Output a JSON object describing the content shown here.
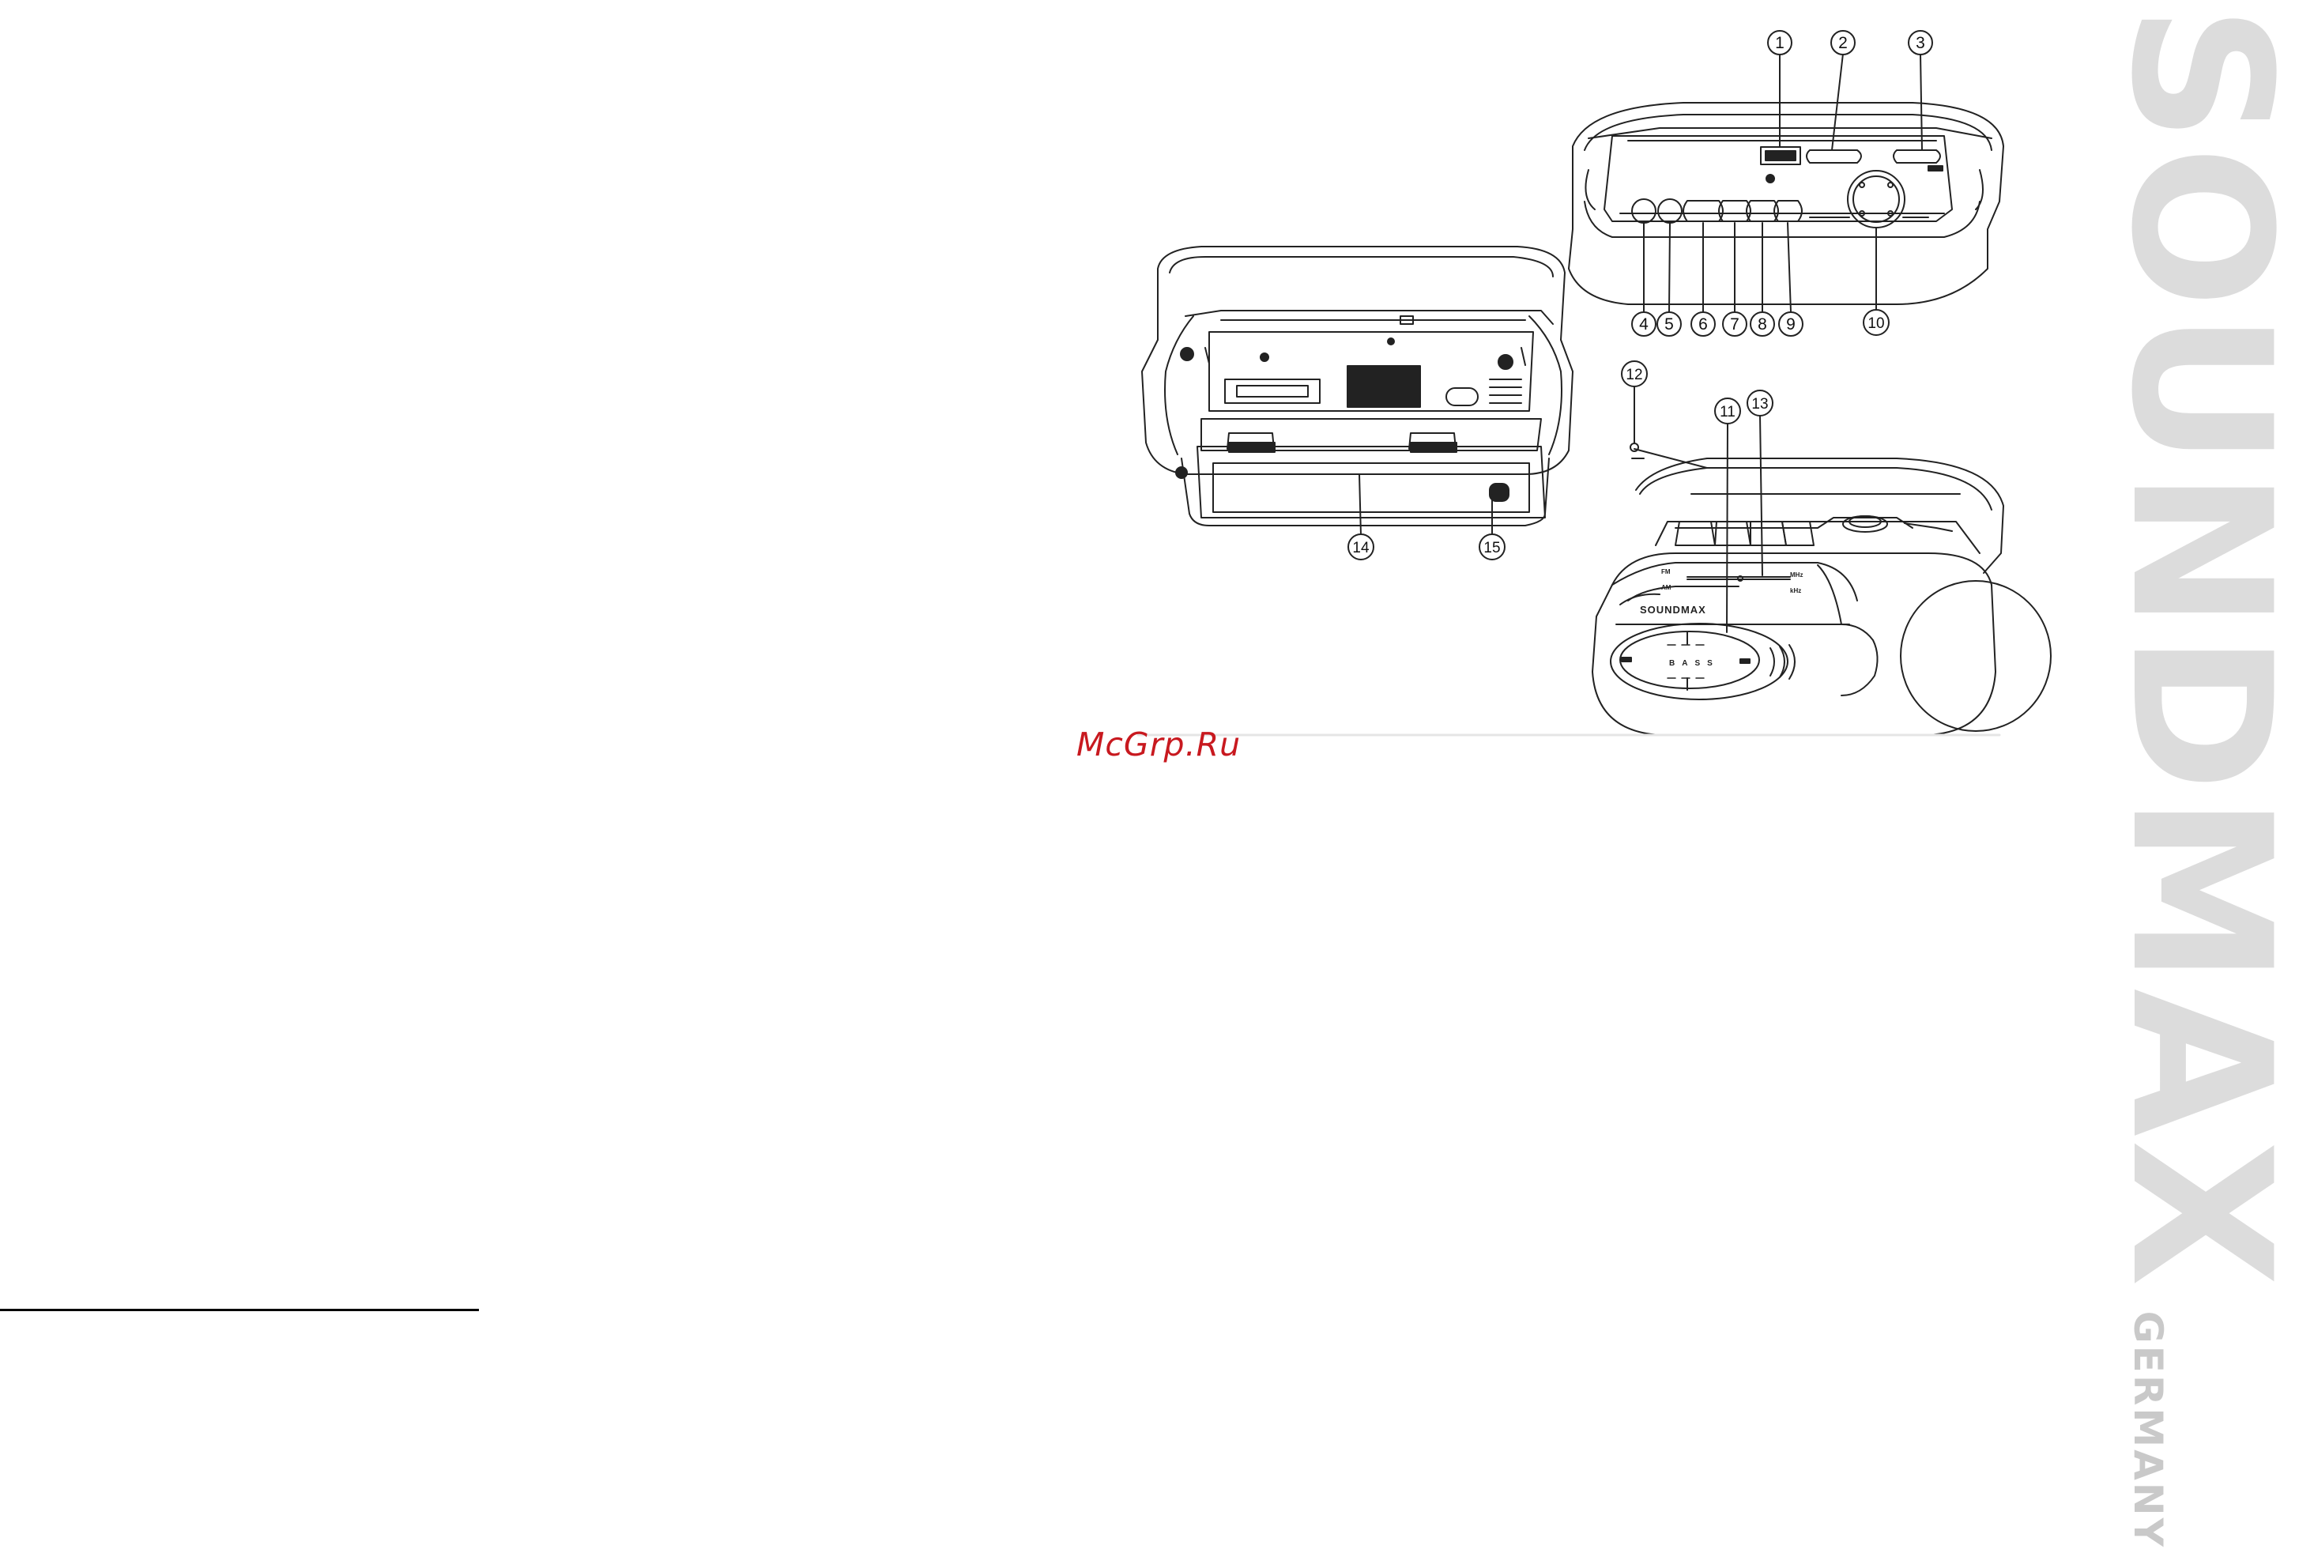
{
  "watermark": {
    "text": "McGrp.Ru",
    "color": "#c8191f"
  },
  "brand": {
    "name": "SOUNDMAX",
    "country": "GERMANY",
    "color": "#dcdcdc"
  },
  "device": {
    "logo": "SOUNDMAX",
    "band_fm": "FM",
    "band_am": "AM",
    "unit_mhz": "MHz",
    "unit_khz": "kHz",
    "bass_label": "BASS"
  },
  "callouts": [
    "1",
    "2",
    "3",
    "4",
    "5",
    "6",
    "7",
    "8",
    "9",
    "10",
    "11",
    "12",
    "13",
    "14",
    "15"
  ]
}
